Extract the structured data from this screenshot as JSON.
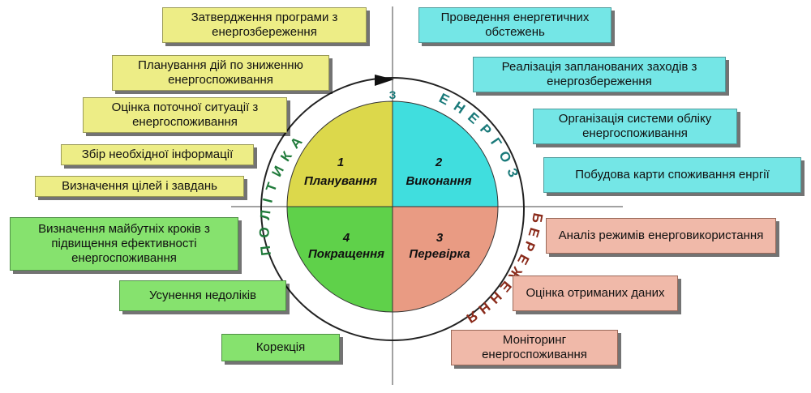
{
  "quadrants": [
    {
      "number": "1",
      "label": "Планування",
      "color": "#dcd84b"
    },
    {
      "number": "2",
      "label": "Виконання",
      "color": "#40dede"
    },
    {
      "number": "3",
      "label": "Перевірка",
      "color": "#e99b83"
    },
    {
      "number": "4",
      "label": "Покращення",
      "color": "#5fd14a"
    }
  ],
  "arc_text": {
    "left": "ПОЛІТИКА",
    "top_mid": "З",
    "right_top": "ЕНЕРГОЗ",
    "right_bottom": "БЕРЕЖЕННЯ"
  },
  "arc_colors": {
    "left": "#1f7a3a",
    "top": "#1a7a7a",
    "bottom": "#8a2a1a"
  },
  "plan_boxes": [
    "Затвердження програми з енергозбереження",
    "Планування дій по зниженню енергоспоживання",
    "Оцінка поточної ситуації з енергоспоживання",
    "Збір необхідної інформації",
    "Визначення цілей і завдань"
  ],
  "do_boxes": [
    "Проведення енергетичних обстежень",
    "Реалізація запланованих заходів з енергозбереження",
    "Організація системи обліку енергоспоживання",
    "Побудова карти споживання енргії"
  ],
  "act_boxes": [
    "Визначення майбутніх кроків з підвищення ефективності енергоспоживання",
    "Усунення недоліків",
    "Корекція"
  ],
  "check_boxes": [
    "Аналіз режимів енерговикористання",
    "Оцінка отриманих даних",
    "Моніторинг енергоспоживання"
  ]
}
